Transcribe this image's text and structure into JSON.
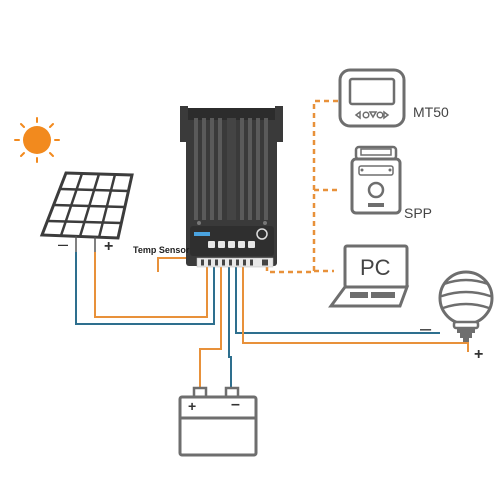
{
  "labels": {
    "mt50": "MT50",
    "spp": "SPP",
    "pc": "PC",
    "temp_sensor": "Temp Sensor"
  },
  "signs": {
    "panel_minus": "–",
    "panel_plus": "+",
    "bulb_minus": "–",
    "bulb_plus": "+",
    "battery_plus": "+",
    "battery_minus": "–"
  },
  "colors": {
    "orange_wire": "#e8913a",
    "teal_wire": "#2e6f8e",
    "dashed_link": "#e8913a",
    "sun": "#f28a1e",
    "controller_body": "#3a3a3a",
    "device_outline": "#6e6e6e"
  },
  "icons": {
    "sun": "sun-icon",
    "solar_panel": "solar-panel-icon",
    "controller": "charge-controller-icon",
    "mt50": "mt50-meter-icon",
    "spp": "spp-device-icon",
    "pc": "laptop-icon",
    "bulb": "light-bulb-icon",
    "battery": "battery-icon"
  }
}
